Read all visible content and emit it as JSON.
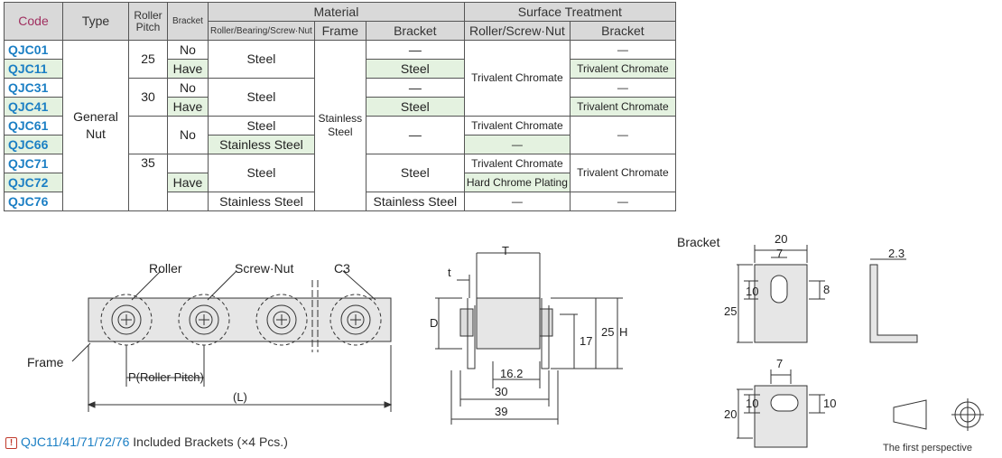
{
  "table": {
    "headers": {
      "code": "Code",
      "type": "Type",
      "roller_pitch": "Roller Pitch",
      "bracket": "Bracket",
      "material": "Material",
      "mat_roller": "Roller/Bearing/Screw·Nut",
      "mat_frame": "Frame",
      "mat_bracket": "Bracket",
      "surface": "Surface Treatment",
      "surf_roller": "Roller/Screw·Nut",
      "surf_bracket": "Bracket"
    },
    "type_value": "General Nut",
    "codes": [
      "QJC01",
      "QJC11",
      "QJC31",
      "QJC41",
      "QJC61",
      "QJC66",
      "QJC71",
      "QJC72",
      "QJC76"
    ],
    "pitch": {
      "p25": "25",
      "p30": "30",
      "p35": "35"
    },
    "bracket_values": {
      "no": "No",
      "have": "Have"
    },
    "material_values": {
      "steel": "Steel",
      "stainless_steel": "Stainless Steel",
      "stainless_two_line": "Stainless Steel",
      "dash": "—"
    },
    "surface_values": {
      "trivalent": "Trivalent Chromate",
      "hard_chrome": "Hard Chrome Plating",
      "dash": "—"
    }
  },
  "drawing_front": {
    "roller": "Roller",
    "screw_nut": "Screw·Nut",
    "c3": "C3",
    "frame": "Frame",
    "pitch": "P(Roller Pitch)",
    "length": "(L)"
  },
  "drawing_side": {
    "T": "T",
    "t": "t",
    "D": "D",
    "H": "H",
    "d25": "25",
    "d17": "17",
    "d16_2": "16.2",
    "d30": "30",
    "d39": "39"
  },
  "drawing_bracket": {
    "title": "Bracket",
    "d20_top": "20",
    "d7_top": "7",
    "d10_left": "10",
    "d25_left": "25",
    "d8_right": "8",
    "d2_3": "2.3",
    "d7_bottom": "7",
    "d20_bottom": "20",
    "d10_bl": "10",
    "d10_br": "10"
  },
  "projection": {
    "label": "The first perspective"
  },
  "note": {
    "codes": "QJC11/41/71/72/76",
    "text": "Included Brackets (×4 Pcs.)"
  }
}
